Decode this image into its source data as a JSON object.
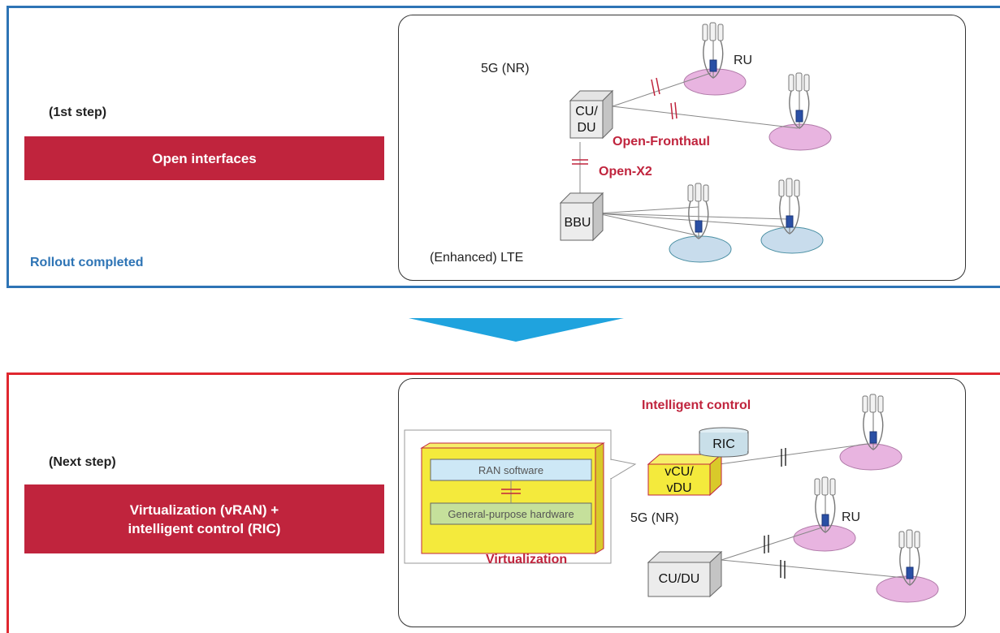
{
  "top_panel": {
    "step": "(1st step)",
    "banner": "Open interfaces",
    "status": "Rollout completed",
    "diagram": {
      "nr_label": "5G (NR)",
      "cu_du": [
        "CU/",
        "DU"
      ],
      "ru_label": "RU",
      "open_fronthaul": "Open-Fronthaul",
      "open_x2": "Open-X2",
      "bbu": "BBU",
      "lte_label": "(Enhanced) LTE"
    }
  },
  "bottom_panel": {
    "step": "(Next step)",
    "banner_line1": "Virtualization (vRAN) +",
    "banner_line2": "intelligent control (RIC)",
    "diagram": {
      "intelligent_control": "Intelligent control",
      "ric": "RIC",
      "vcu_vdu": [
        "vCU/",
        "vDU"
      ],
      "ran_software": "RAN software",
      "general_purpose_hardware": "General-purpose hardware",
      "virtualization": "Virtualization",
      "nr_label": "5G (NR)",
      "ru_label": "RU",
      "cu_du": "CU/DU"
    }
  },
  "colors": {
    "top_border": "#2e74b5",
    "bottom_border": "#e0272f",
    "banner_bg": "#c0243d",
    "arrow": "#1fa3de",
    "nr_cell": "#e8b4e0",
    "lte_cell": "#c8dcec",
    "virtual_box": "#f4ea3c"
  }
}
